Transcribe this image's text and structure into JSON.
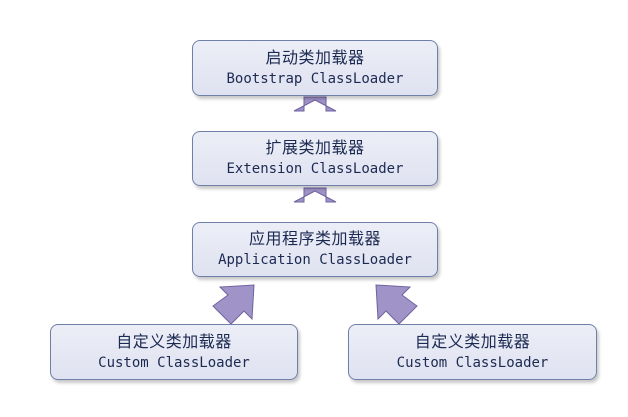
{
  "diagram": {
    "nodes": [
      {
        "id": "bootstrap",
        "title_zh": "启动类加载器",
        "title_en": "Bootstrap ClassLoader"
      },
      {
        "id": "extension",
        "title_zh": "扩展类加载器",
        "title_en": "Extension ClassLoader"
      },
      {
        "id": "application",
        "title_zh": "应用程序类加载器",
        "title_en": "Application ClassLoader"
      },
      {
        "id": "custom_1",
        "title_zh": "自定义类加载器",
        "title_en": "Custom ClassLoader"
      },
      {
        "id": "custom_2",
        "title_zh": "自定义类加载器",
        "title_en": "Custom ClassLoader"
      }
    ],
    "edges": [
      {
        "from": "extension",
        "to": "bootstrap"
      },
      {
        "from": "application",
        "to": "extension"
      },
      {
        "from": "custom_1",
        "to": "application"
      },
      {
        "from": "custom_2",
        "to": "application"
      }
    ],
    "colors": {
      "node_fill": "#e4e7f3",
      "node_border": "#6f7fa8",
      "arrow_fill": "#a093c7",
      "text": "#1c2a52"
    }
  }
}
